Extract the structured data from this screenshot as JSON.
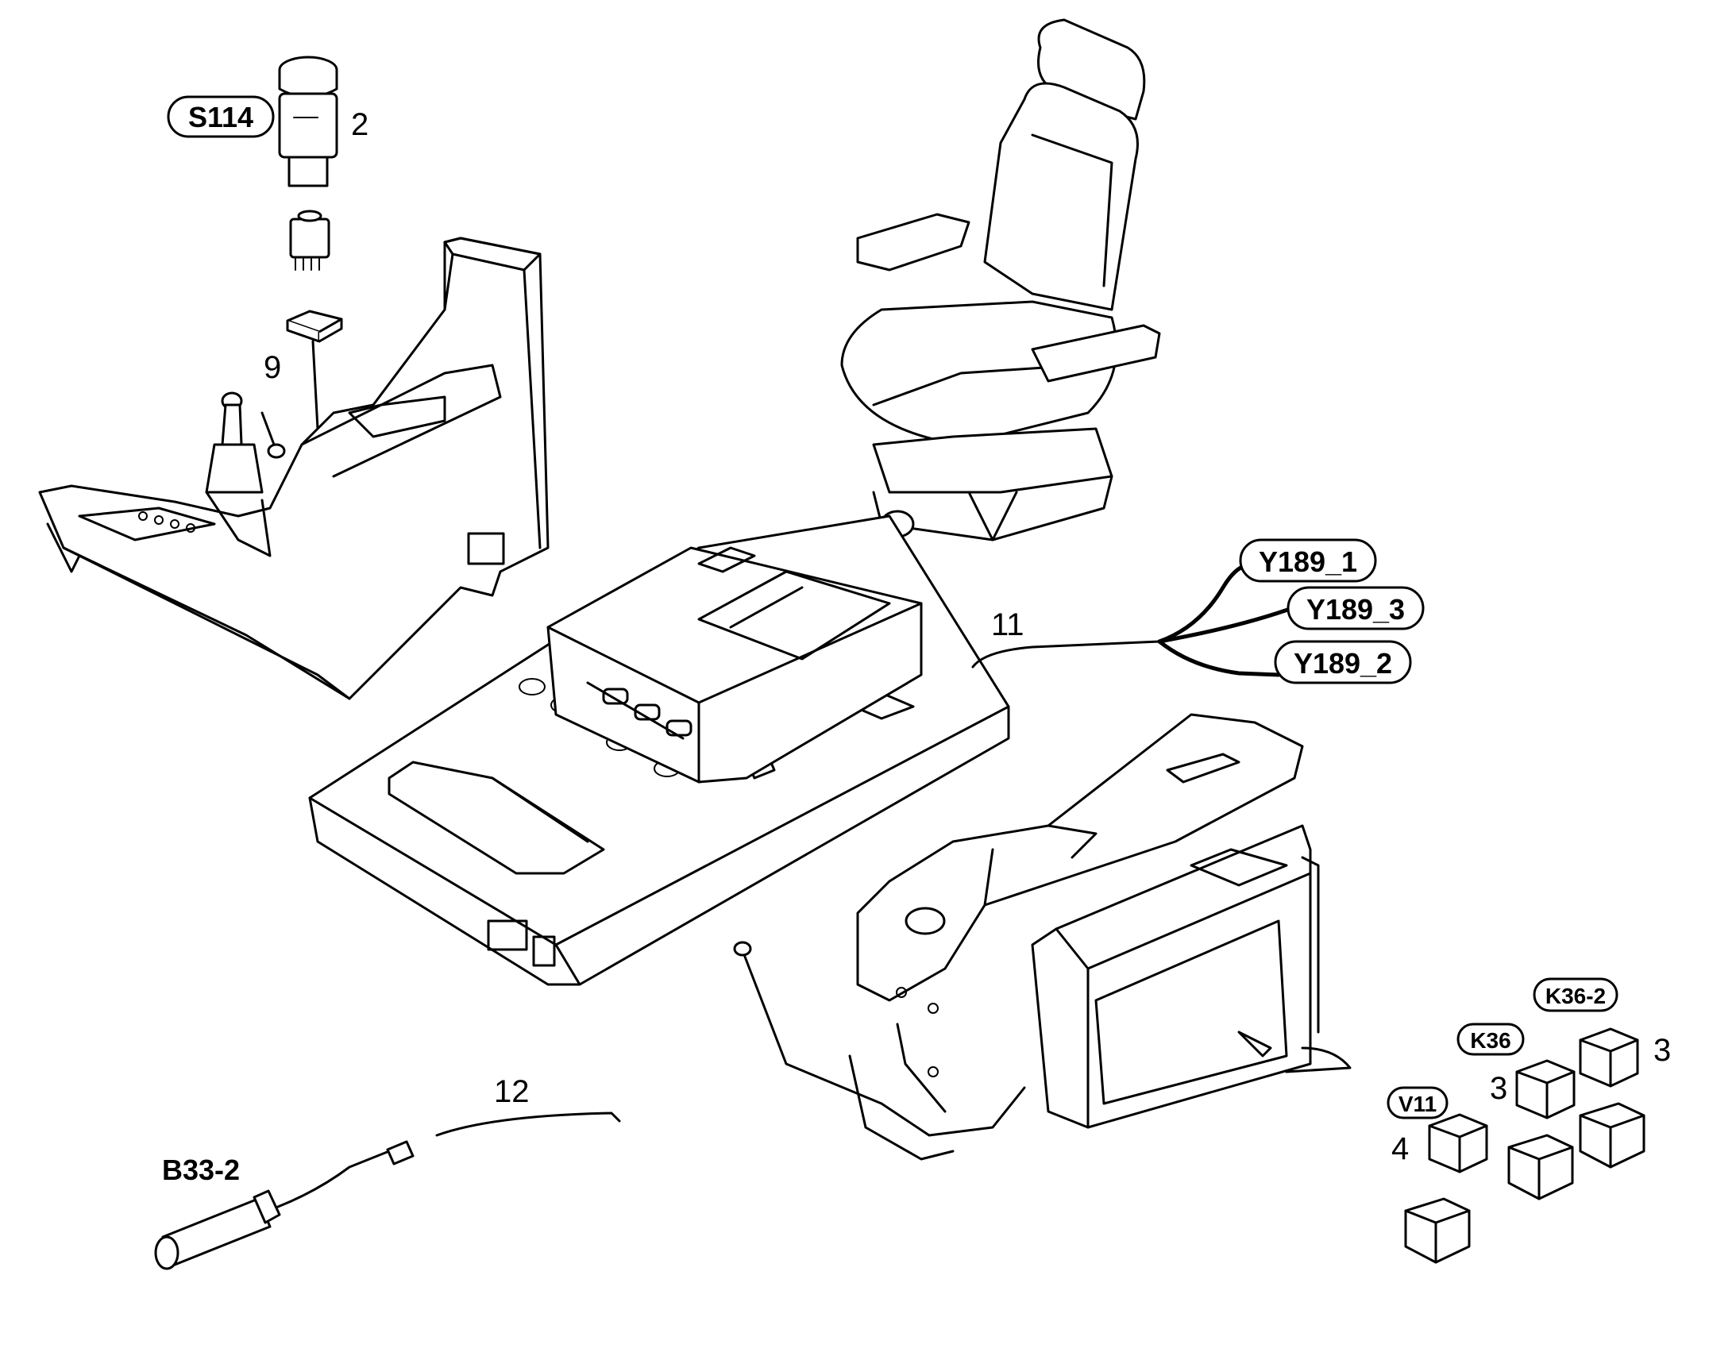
{
  "callouts": {
    "c2": "2",
    "c9": "9",
    "c11": "11",
    "c12": "12",
    "c3a": "3",
    "c3b": "3",
    "c4": "4"
  },
  "tags": {
    "s114": "S114",
    "y189_1": "Y189_1",
    "y189_3": "Y189_3",
    "y189_2": "Y189_2",
    "k36_2": "K36-2",
    "k36": "K36",
    "v11": "V11"
  },
  "labels": {
    "b33_2": "B33-2"
  }
}
